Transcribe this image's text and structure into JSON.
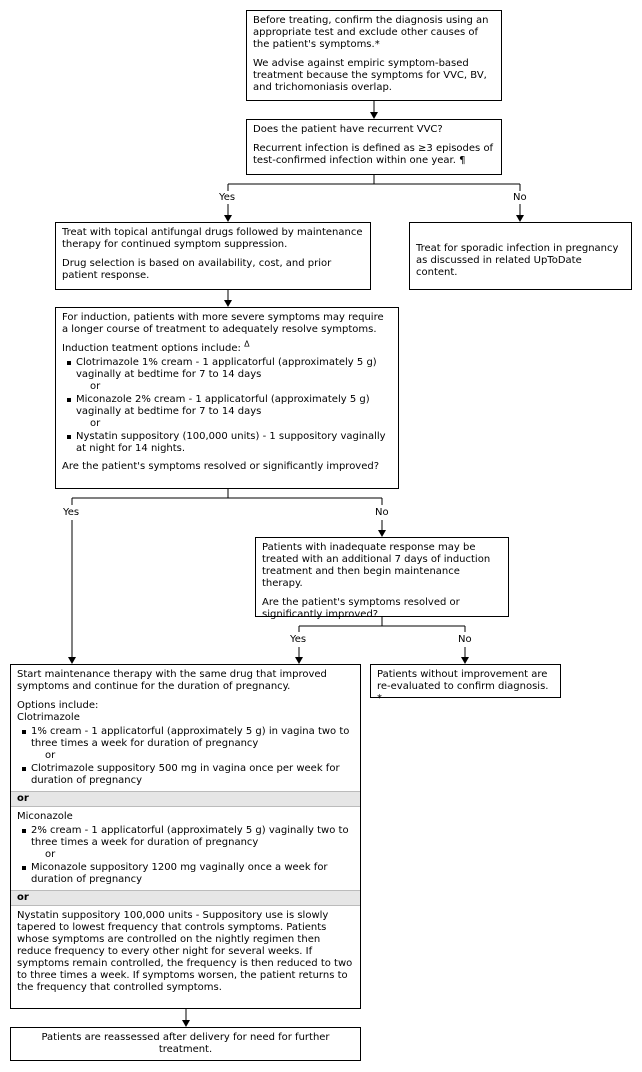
{
  "box1": {
    "p1": "Before treating, confirm the diagnosis using an appropriate test and exclude other causes of the patient's symptoms.*",
    "p2": "We advise against empiric symptom-based treatment because the symptoms for VVC, BV, and trichomoniasis overlap."
  },
  "box2": {
    "p1": "Does the patient have recurrent VVC?",
    "p2": "Recurrent infection is defined as ≥3 episodes of test-confirmed infection within one year. ¶"
  },
  "labels": {
    "yes1": "Yes",
    "no1": "No",
    "yes2": "Yes",
    "no2": "No",
    "yes3": "Yes",
    "no3": "No"
  },
  "box3": {
    "p1": "Treat with topical antifungal drugs followed by maintenance therapy for continued symptom suppression.",
    "p2": "Drug selection is based on availability, cost, and prior patient response."
  },
  "box_sporadic": {
    "text": "Treat for sporadic infection in pregnancy as discussed in related UpToDate content."
  },
  "box_induction": {
    "p1": "For induction, patients with more severe symptoms may require a longer course of treatment to adequately resolve symptoms.",
    "intro": "Induction teatment options include:",
    "intro_mark": "Δ",
    "opt1": "Clotrimazole 1% cream - 1 applicatorful (approximately 5 g) vaginally at bedtime for 7 to 14 days",
    "or1": "or",
    "opt2": "Miconazole 2% cream - 1 applicatorful (approximately 5 g) vaginally at bedtime for 7 to 14 days",
    "or2": "or",
    "opt3": "Nystatin suppository (100,000 units) - 1 suppository vaginally at night for 14 nights.",
    "question": "Are the patient's symptoms resolved or significantly improved?"
  },
  "box_inadequate": {
    "p1": "Patients with inadequate response may be treated with an additional 7 days of induction treatment and then begin maintenance therapy.",
    "p2": "Are the patient's symptoms resolved or significantly improved?"
  },
  "box_reeval": {
    "text": "Patients without improvement are re-evaluated to confirm diagnosis. *"
  },
  "box_maint": {
    "p1": "Start maintenance therapy with the same drug that improved symptoms and continue for the duration of pregnancy.",
    "options": "Options include:",
    "clotri_head": "Clotrimazole",
    "clotri_opt1": "1% cream - 1 applicatorful (approximately 5 g) in vagina two to three times a week for duration of pregnancy",
    "clotri_or": "or",
    "clotri_opt2": "Clotrimazole suppository 500 mg in vagina once per week for duration of pregnancy",
    "or_band1": "or",
    "mico_head": "Miconazole",
    "mico_opt1": "2% cream - 1 applicatorful (approximately 5 g) vaginally two to three times a week for duration of pregnancy",
    "mico_or": "or",
    "mico_opt2": "Miconazole suppository 1200 mg  vaginally once a week for duration of pregnancy",
    "or_band2": "or",
    "nystatin": "Nystatin suppository 100,000 units - Suppository use is slowly tapered to lowest frequency that controls symptoms. Patients whose symptoms are controlled on the nightly regimen then reduce frequency to every other night for several weeks. If symptoms remain controlled, the frequency is then reduced to two to three times a week. If symptoms worsen, the patient returns to the frequency that controlled symptoms."
  },
  "box_final": {
    "text": "Patients are reassessed after delivery for need for further treatment."
  }
}
